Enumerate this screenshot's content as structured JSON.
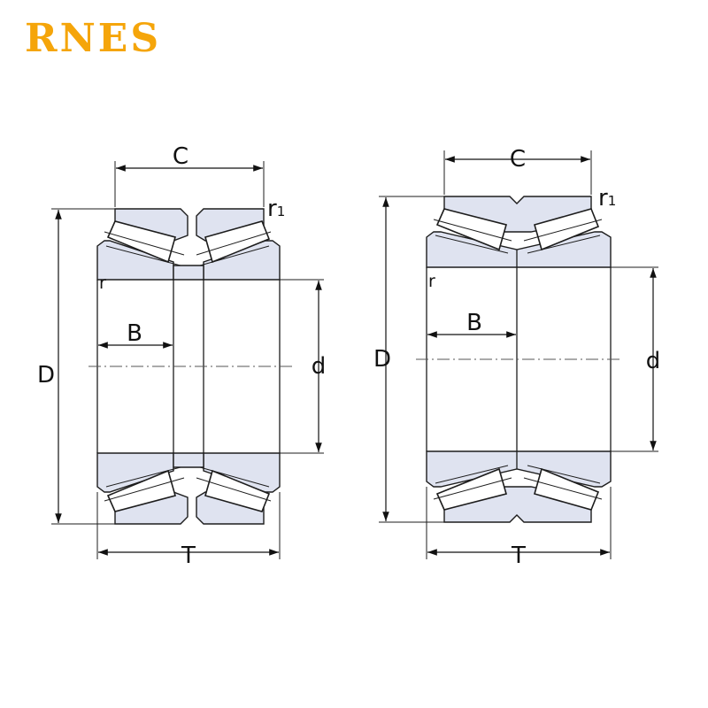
{
  "brand": {
    "logo_text": "RNES",
    "color": "#f5a50a"
  },
  "colors": {
    "ring_fill": "#dfe3f0",
    "outline": "#1d1d1d"
  },
  "left_drawing": {
    "label_C": "C",
    "label_r1_main": "r",
    "label_r1_sub": "1",
    "label_r": "r",
    "label_B": "B",
    "label_D": "D",
    "label_d": "d",
    "label_T": "T"
  },
  "right_drawing": {
    "label_C": "C",
    "label_r1_main": "r",
    "label_r1_sub": "1",
    "label_r": "r",
    "label_B": "B",
    "label_D": "D",
    "label_d": "d",
    "label_T": "T"
  }
}
